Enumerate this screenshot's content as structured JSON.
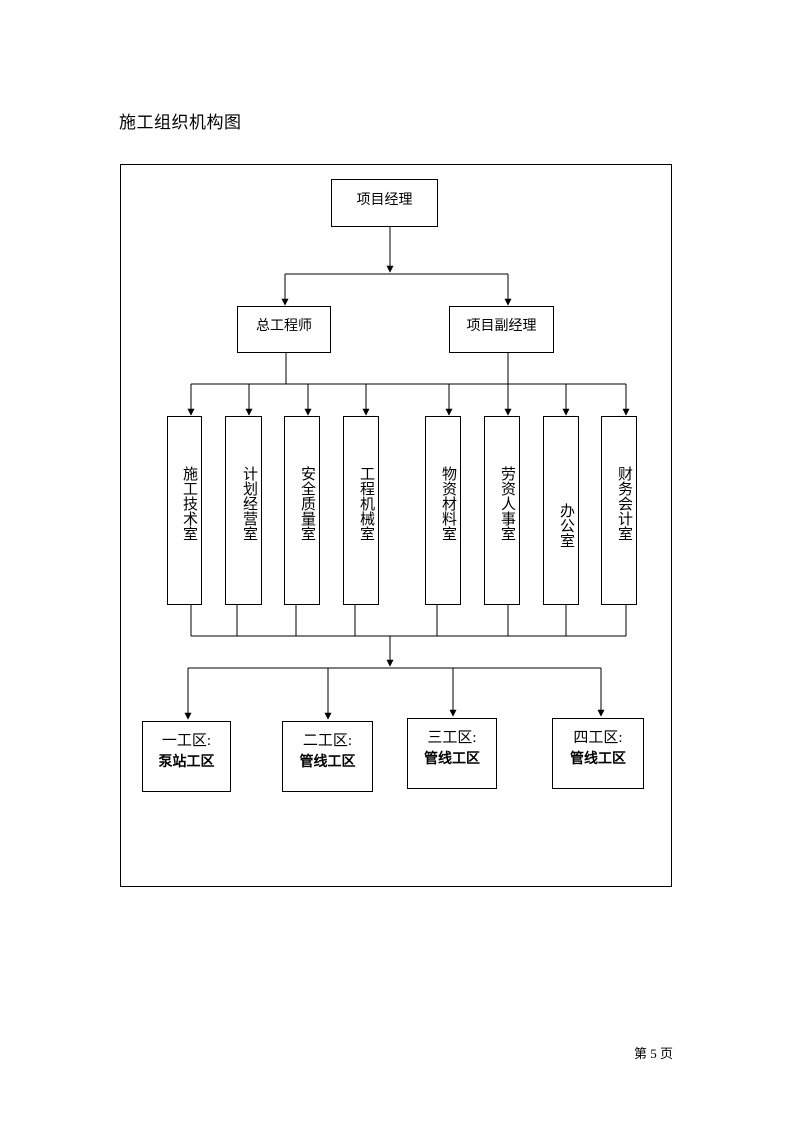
{
  "page": {
    "title": "施工组织机构图",
    "footer": "第 5 页"
  },
  "org_chart": {
    "top": "项目经理",
    "level2": [
      "总工程师",
      "项目副经理"
    ],
    "departments": [
      "施工技术室",
      "计划经营室",
      "安全质量室",
      "工程机械室",
      "物资材料室",
      "劳资人事室",
      "办公室",
      "财务会计室"
    ],
    "zones": [
      {
        "name": "一工区:",
        "function": "泵站工区"
      },
      {
        "name": "二工区:",
        "function": "管线工区"
      },
      {
        "name": "三工区:",
        "function": "管线工区"
      },
      {
        "name": "四工区:",
        "function": "管线工区"
      }
    ]
  }
}
